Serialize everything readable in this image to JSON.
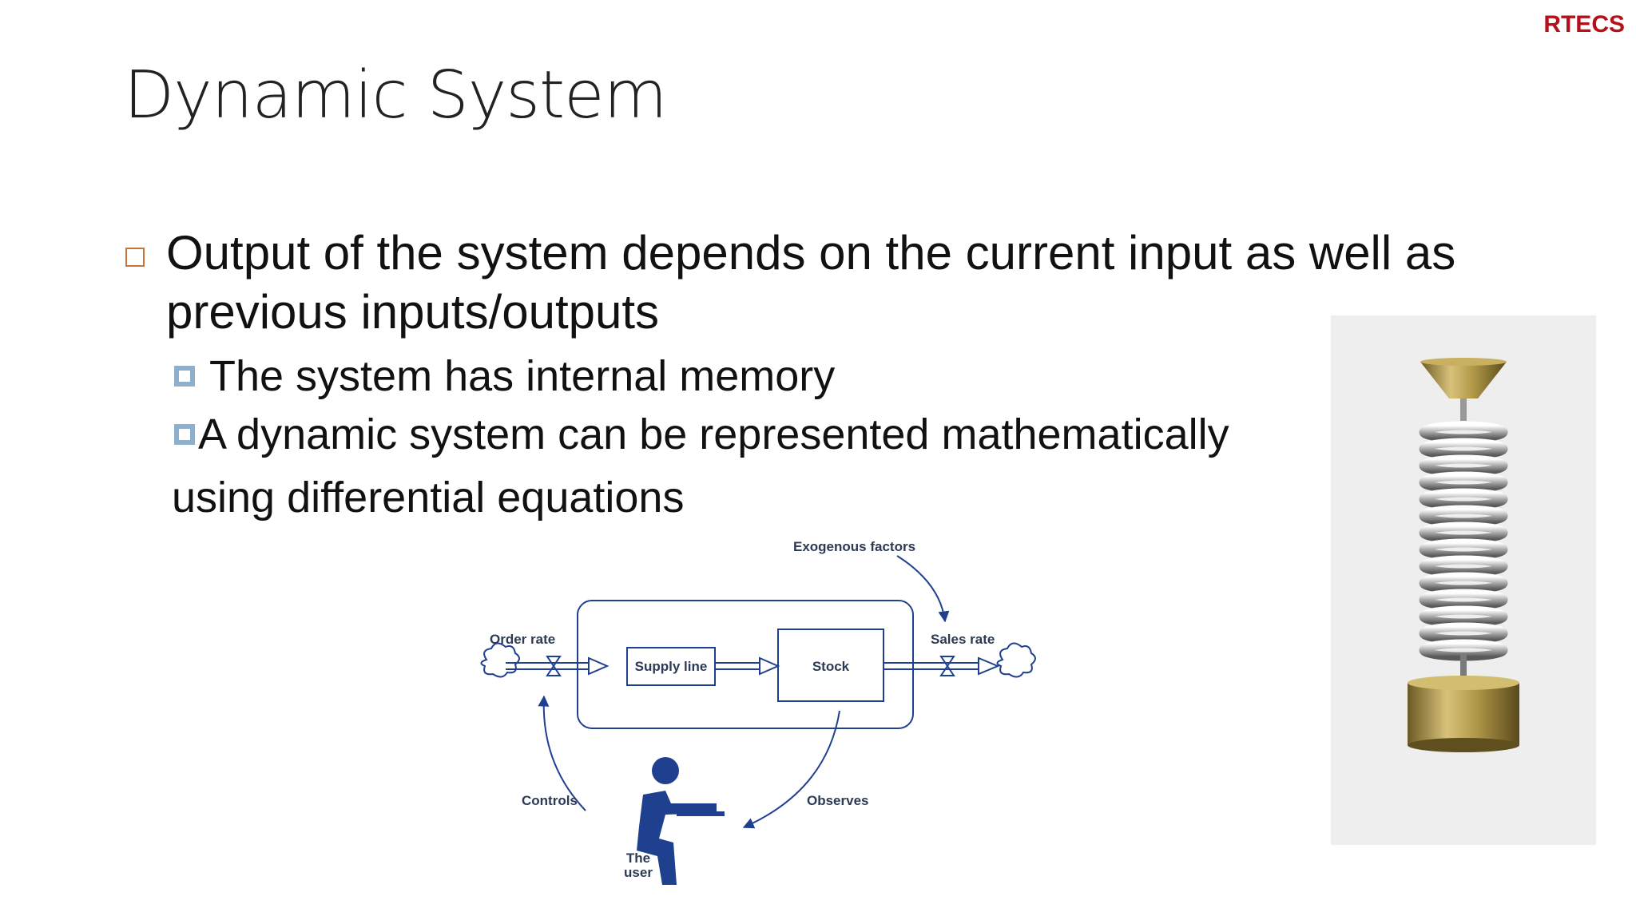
{
  "slide": {
    "brand": "RTECS",
    "title": "Dynamic System",
    "bullet": "Output of the system depends on the current input as well as previous inputs/outputs",
    "sub_bullets": [
      "The system has internal memory",
      "A dynamic system can be represented mathematically"
    ],
    "continuation": "using differential equations"
  },
  "diagram": {
    "exogenous": "Exogenous factors",
    "order_rate": "Order rate",
    "sales_rate": "Sales rate",
    "supply_line": "Supply line",
    "stock": "Stock",
    "controls": "Controls",
    "observes": "Observes",
    "user_line1": "The",
    "user_line2": "user"
  },
  "colors": {
    "brand": "#b3121a",
    "diagram_blue": "#1f3f8f",
    "bullet_square": "#c8733a",
    "sub_bullet": "#8fb0cc"
  }
}
